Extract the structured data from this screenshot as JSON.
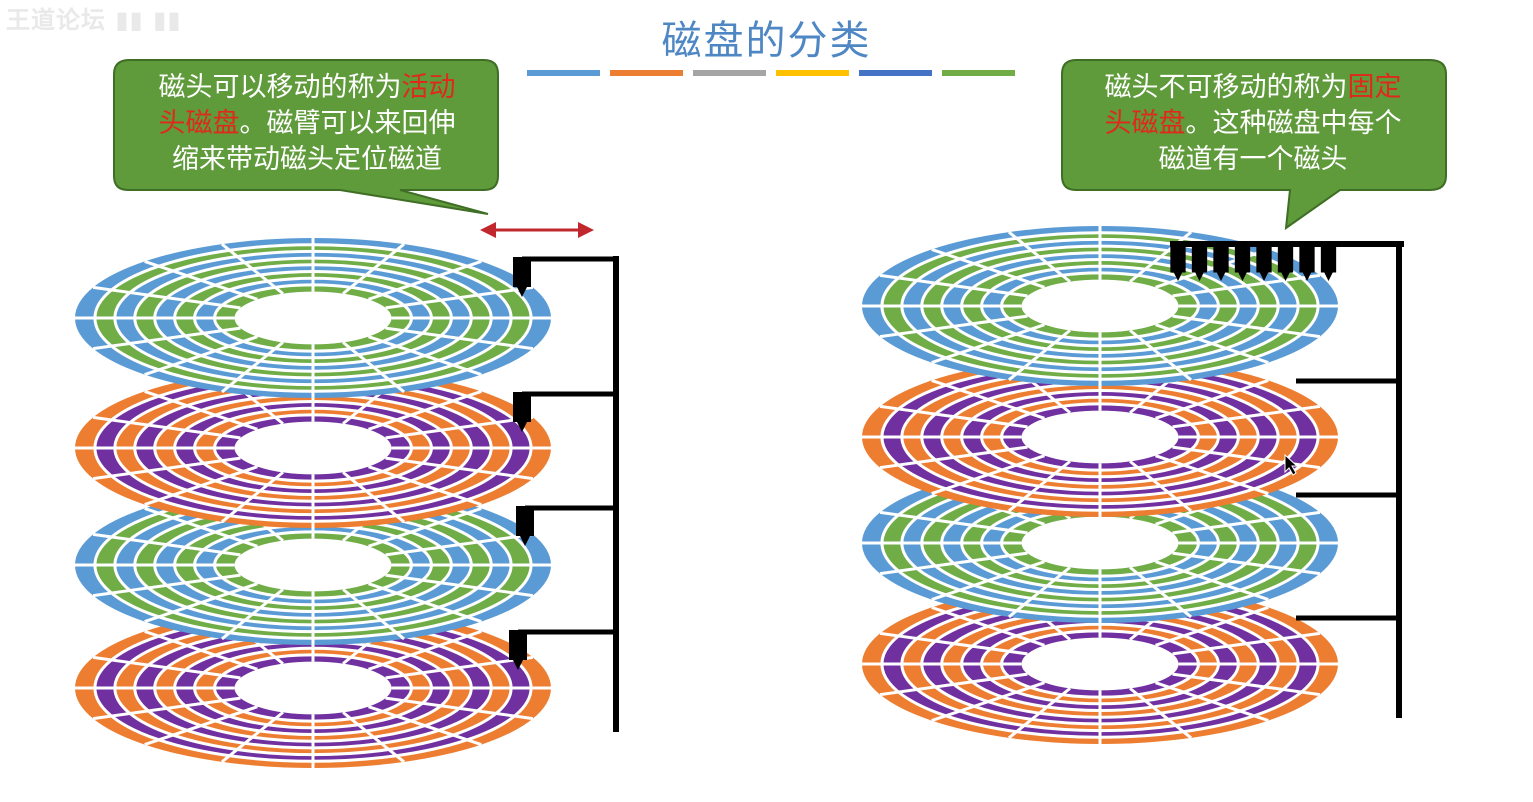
{
  "title": "磁盘的分类",
  "watermark": "王道论坛 ▮▮ ▮▮",
  "title_underline_colors": [
    "#5b9bd5",
    "#ed7d31",
    "#a5a5a5",
    "#ffc000",
    "#4472c4",
    "#70ad47"
  ],
  "colors": {
    "blue": "#5b9bd5",
    "green": "#70ad47",
    "orange": "#ed7d31",
    "purple": "#7030a0",
    "callout_fill": "#5f9a3b",
    "callout_border": "#3f6e25",
    "highlight": "#e0291b",
    "arrow": "#c0282d",
    "arm": "#000000"
  },
  "callout_left": {
    "lines": [
      [
        {
          "t": "磁头可以移动的称为"
        },
        {
          "t": "活动",
          "hl": true
        }
      ],
      [
        {
          "t": "头磁盘",
          "hl": true
        },
        {
          "t": "。磁臂可以来回伸"
        }
      ],
      [
        {
          "t": "缩来带动磁头定位磁道"
        }
      ]
    ]
  },
  "callout_right": {
    "lines": [
      [
        {
          "t": "磁头不可移动的称为"
        },
        {
          "t": "固定",
          "hl": true
        }
      ],
      [
        {
          "t": "头磁盘",
          "hl": true
        },
        {
          "t": "。这种磁盘中每个"
        }
      ],
      [
        {
          "t": "磁道有一个磁头"
        }
      ]
    ]
  },
  "left_platters": [
    {
      "outer": "blue",
      "inner": "green"
    },
    {
      "outer": "orange",
      "inner": "purple"
    },
    {
      "outer": "blue",
      "inner": "green"
    },
    {
      "outer": "orange",
      "inner": "purple"
    }
  ],
  "right_platters": [
    {
      "outer": "blue",
      "inner": "green"
    },
    {
      "outer": "orange",
      "inner": "purple"
    },
    {
      "outer": "blue",
      "inner": "green"
    },
    {
      "outer": "orange",
      "inner": "purple"
    }
  ],
  "icons": {
    "arm_arrow": "double-headed-arrow-icon",
    "head": "disk-head-icon",
    "cursor": "mouse-cursor-icon"
  }
}
